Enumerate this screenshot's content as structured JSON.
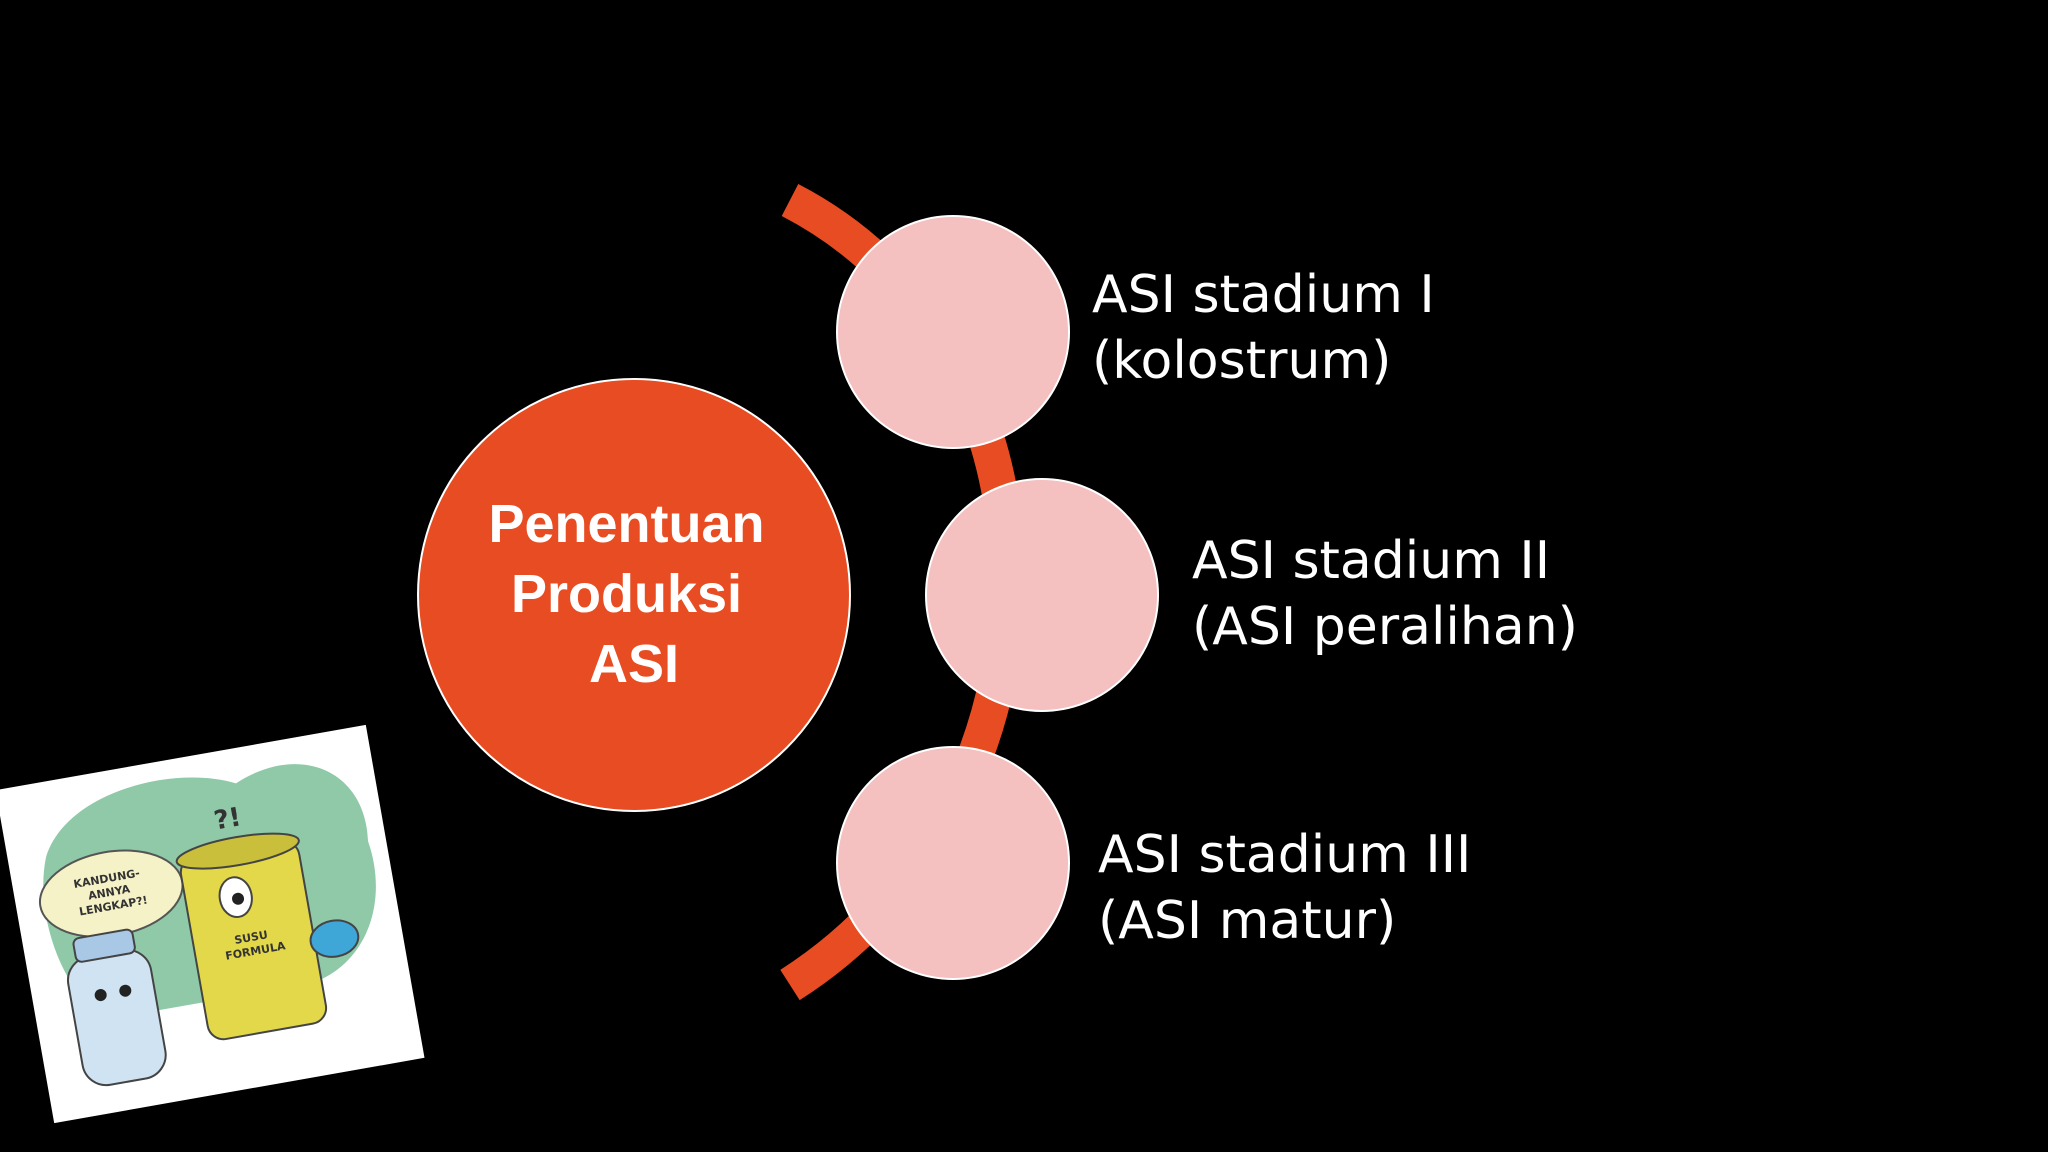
{
  "slide": {
    "background": "#000000",
    "accent": "#e84c22",
    "node_fill": "#f4c0c0"
  },
  "center": {
    "lines": [
      "Penentuan",
      "Produksi",
      "ASI"
    ]
  },
  "items": [
    {
      "lines": [
        "ASI stadium I",
        "(kolostrum)"
      ]
    },
    {
      "lines": [
        "ASI stadium II",
        "(ASI peralihan)"
      ]
    },
    {
      "lines": [
        "ASI stadium III",
        "(ASI matur)"
      ]
    }
  ],
  "sticker": {
    "question": "?!",
    "bubble_lines": [
      "KANDUNG-",
      "ANNYA",
      "LENGKAP?!"
    ],
    "can_lines": [
      "SUSU",
      "FORMULA"
    ]
  }
}
